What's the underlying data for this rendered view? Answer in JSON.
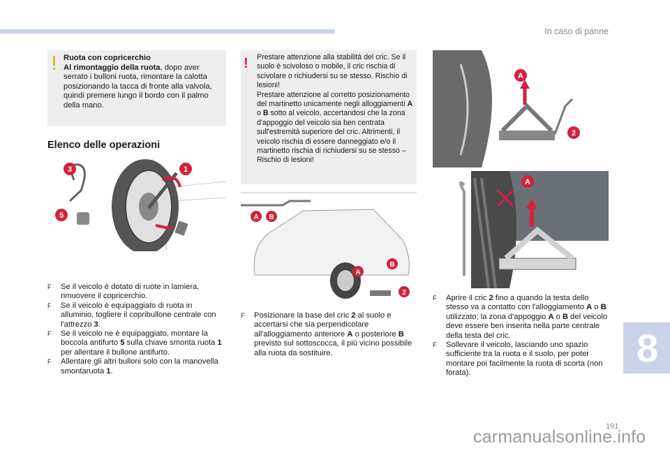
{
  "header": {
    "section": "In caso di panne"
  },
  "info_box": {
    "title_line1": "Ruota con copricerchio",
    "title_line2": "Al rimontaggio della ruota",
    "body": ", dopo aver serrato i bulloni ruota, rimontare la calotta posizionando la tacca di fronte alla valvola, quindi premere lungo il bordo con il palmo della mano."
  },
  "warning_box": {
    "icon": "!",
    "text": "Prestare attenzione alla stabilità del cric. Se il suolo è scivoloso o mobile, il cric rischia di scivolare o richiudersi su se stesso. Rischio di lesioni!",
    "text2_a": "Prestare attenzione al corretto posizionamento del martinetto unicamente negli alloggiamenti ",
    "A": "A",
    "o": " o ",
    "B": "B",
    "text2_b": " sotto al veicolo, accertandosi che la zona d'appoggio del veicolo sia ben centrata sull'estremità superiore del cric. Altrimenti, il veicolo rischia di essere danneggiato e/o il martinetto rischia di richiudersi su se stesso – Rischio di lesioni!"
  },
  "section_title": "Elenco delle operazioni",
  "bullet_marker": "F",
  "left_steps": [
    {
      "a": "Se il veicolo è dotato di ruote in lamiera, rimuovere il copricerchio."
    },
    {
      "a": "Se il veicolo è equipaggiato di ruota in alluminio, togliere il copribullone centrale con l'attrezzo ",
      "b": "3",
      "c": "."
    },
    {
      "a": "Se il veicolo ne è equipaggiato, montare la boccola antifurto ",
      "b": "5",
      "c": " sulla chiave smonta ruota ",
      "d": "1",
      "e": " per allentare il bullone antifurto."
    },
    {
      "a": "Allentare gli altri bulloni solo con la manovella smontaruota ",
      "b": "1",
      "c": "."
    }
  ],
  "middle_step": {
    "a": "Posizionare la base del cric ",
    "b": "2",
    "c": " al suolo e accertarsi che sia perpendicolare all'alloggiamento anteriore ",
    "d": "A",
    "e": " o posteriore ",
    "f": "B",
    "g": " previsto sul sottoscocca, il più vicino possibile alla ruota da sostituire."
  },
  "right_steps": [
    {
      "a": "Aprire il cric ",
      "b": "2",
      "c": " fino a quando la testa dello stesso va a contatto con l'alloggiamento ",
      "d": "A",
      "e": " o ",
      "f": "B",
      "g": " utilizzato; la zona d'appoggio ",
      "h": "A",
      "i": " o ",
      "j": "B",
      "k": " del veicolo deve essere ben inserita nella parte centrale della testa del cric."
    },
    {
      "a": "Sollevare il veicolo, lasciando uno spazio sufficiente tra la ruota e il suolo, per poter montare poi facilmente la ruota di scorta (non forata)."
    }
  ],
  "figure_labels": {
    "wheel_1": "1",
    "wheel_3": "3",
    "wheel_5": "5",
    "car_A_top": "A",
    "car_B_top": "B",
    "car_A": "A",
    "car_B": "B",
    "car_2": "2",
    "jack_A": "A",
    "jack_2": "2",
    "photo_A": "A"
  },
  "colors": {
    "badge_red": "#d4213d",
    "accent_blue": "#c9d3ea",
    "box_gray": "#eeeeee"
  },
  "side_tab_number": "8",
  "page_number": "191",
  "watermark": "carmanualsonline.info"
}
